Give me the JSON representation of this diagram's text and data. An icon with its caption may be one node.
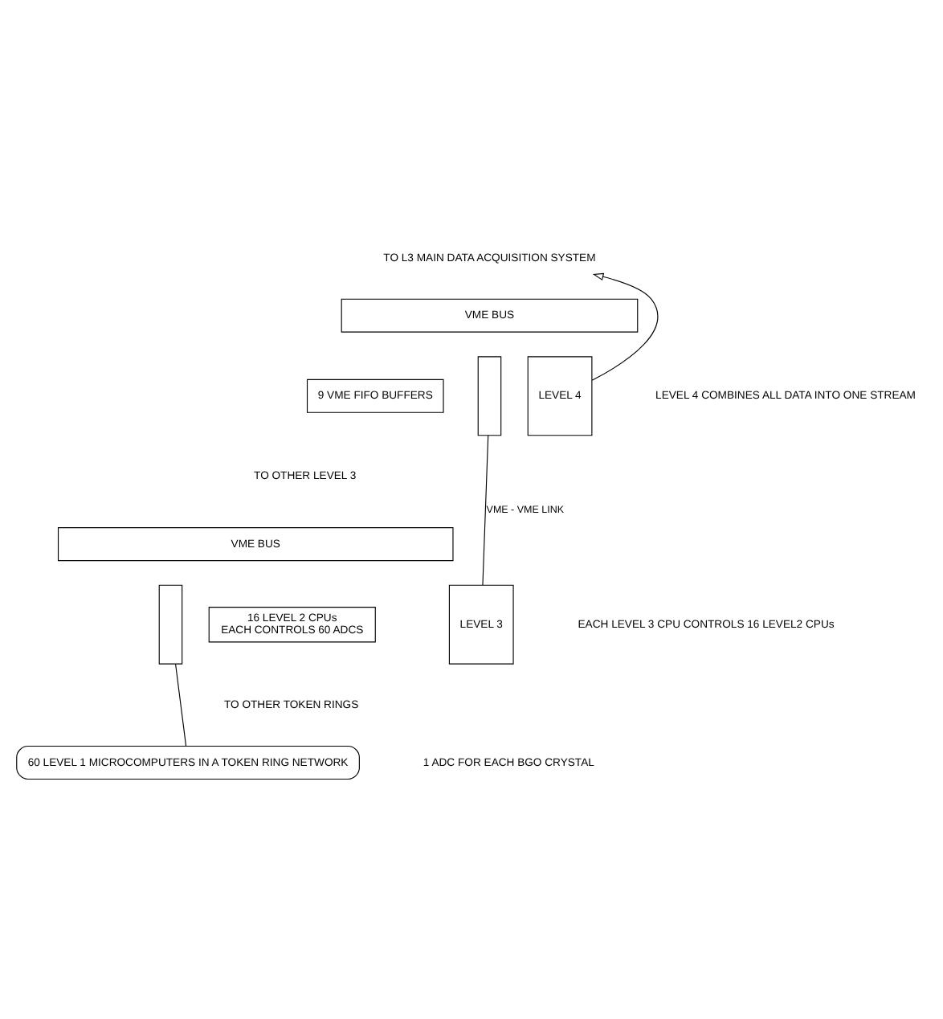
{
  "diagram": {
    "nodes": [
      {
        "text": [
          "VME BUS"
        ]
      },
      {
        "text": [
          "9 VME FIFO BUFFERS"
        ]
      },
      {
        "text": [
          "LEVEL 4"
        ]
      },
      {
        "text": [],
        "shape": "box"
      },
      {
        "text": [
          "TO L3 MAIN DATA ACQUISITION SYSTEM"
        ]
      },
      {
        "text": [
          "VME BUS"
        ]
      },
      {
        "text": [
          "16 LEVEL 2 CPUs",
          "EACH CONTROLS 60 ADCS"
        ]
      },
      {
        "text": [
          "LEVEL 3"
        ]
      },
      {
        "text": [],
        "shape": "box"
      },
      {
        "text": [
          "60 LEVEL 1 MICROCOMPUTERS IN A TOKEN RING NETWORK"
        ]
      }
    ],
    "edges": [
      {
        "from": 2,
        "to": 4,
        "arrow": "to"
      },
      {
        "from": 3,
        "to": 7,
        "arrow": "none",
        "label": "VME - VME LINK"
      },
      {
        "from": 8,
        "to": 9,
        "arrow": "none"
      }
    ],
    "labels": [
      "LEVEL 4 COMBINES ALL DATA INTO ONE STREAM",
      "TO OTHER LEVEL 3",
      "EACH LEVEL 3 CPU CONTROLS 16 LEVEL2 CPUs",
      "TO OTHER TOKEN RINGS",
      "1 ADC FOR EACH BGO CRYSTAL"
    ]
  }
}
